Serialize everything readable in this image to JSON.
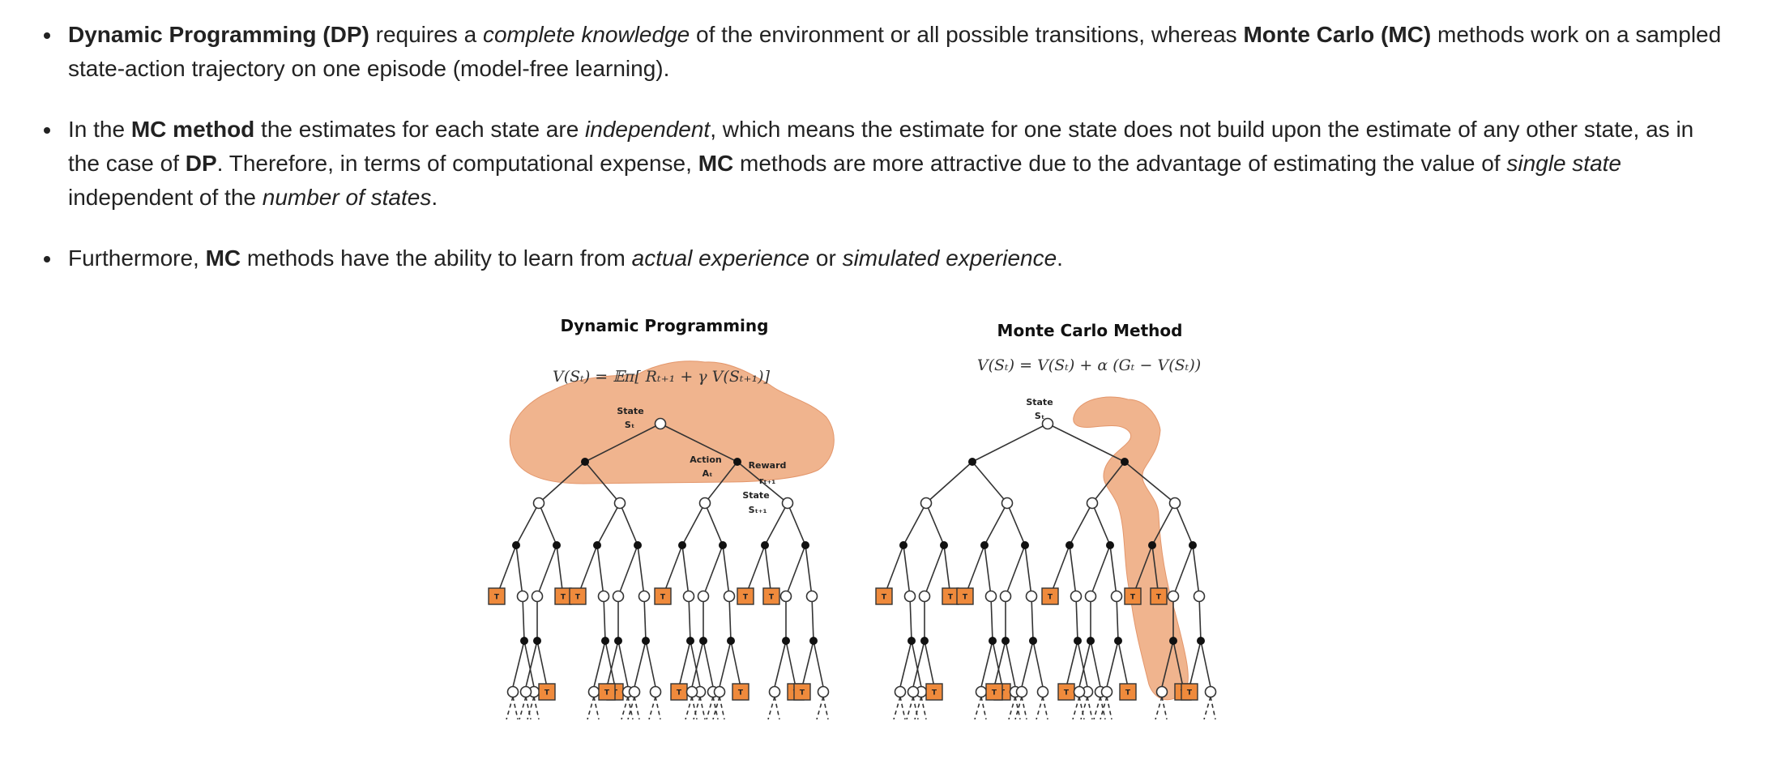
{
  "bullets": [
    {
      "parts": [
        {
          "t": "Dynamic Programming (DP)",
          "s": "b"
        },
        {
          "t": " requires a ",
          "s": ""
        },
        {
          "t": "complete knowledge",
          "s": "i"
        },
        {
          "t": " of the environment or all possible transitions, whereas ",
          "s": ""
        },
        {
          "t": "Monte Carlo (MC)",
          "s": "b"
        },
        {
          "t": " methods work on a sampled state-action trajectory on one episode (model-free learning).",
          "s": ""
        }
      ]
    },
    {
      "parts": [
        {
          "t": "In the ",
          "s": ""
        },
        {
          "t": "MC method",
          "s": "b"
        },
        {
          "t": " the estimates for each state are ",
          "s": ""
        },
        {
          "t": "independent",
          "s": "i"
        },
        {
          "t": ", which means the estimate for one state does not build upon the estimate of any other state, as in the case of ",
          "s": ""
        },
        {
          "t": "DP",
          "s": "b"
        },
        {
          "t": ". Therefore, in terms of computational expense, ",
          "s": ""
        },
        {
          "t": "MC",
          "s": "b"
        },
        {
          "t": " methods are more attractive due to the advantage of estimating the value of ",
          "s": ""
        },
        {
          "t": "single state",
          "s": "i"
        },
        {
          "t": " independent of the ",
          "s": ""
        },
        {
          "t": "number of states",
          "s": "i"
        },
        {
          "t": ".",
          "s": ""
        }
      ]
    },
    {
      "parts": [
        {
          "t": "Furthermore, ",
          "s": ""
        },
        {
          "t": "MC",
          "s": "b"
        },
        {
          "t": " methods have the ability to learn from ",
          "s": ""
        },
        {
          "t": "actual experience",
          "s": "i"
        },
        {
          "t": " or ",
          "s": ""
        },
        {
          "t": "simulated experience",
          "s": "i"
        },
        {
          "t": ".",
          "s": ""
        }
      ]
    }
  ],
  "figure": {
    "dp": {
      "title": "Dynamic Programming",
      "equation": "V(Sₜ) = 𝔼π[ Rₜ₊₁ + γ V(Sₜ₊₁)]",
      "state_label": "State",
      "state_sub": "Sₜ",
      "action_label": "Action",
      "action_sub": "Aₜ",
      "reward_label": "Reward",
      "reward_sub": "rₜ₊₁",
      "next_state_label": "State",
      "next_state_sub": "Sₜ₊₁"
    },
    "mc": {
      "title": "Monte Carlo Method",
      "equation": "V(Sₜ) = V(Sₜ) + α (Gₜ − V(Sₜ))",
      "state_label": "State",
      "state_sub": "Sₜ"
    },
    "terminal_label": "T",
    "colors": {
      "highlight": "#f0b48e",
      "highlight_stroke": "#e3966b",
      "terminal_fill": "#ef8a3c",
      "line": "#333333"
    }
  }
}
